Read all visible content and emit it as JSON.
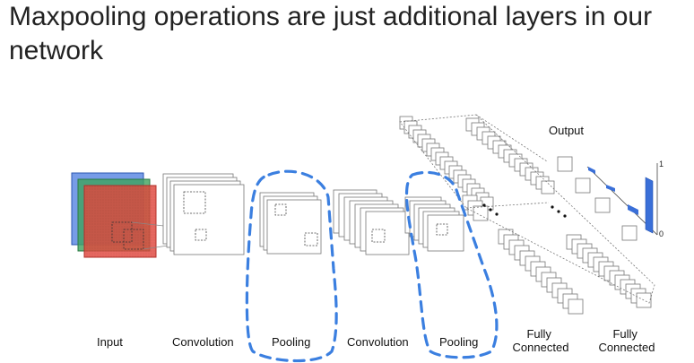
{
  "slide": {
    "title": "Maxpooling operations are just additional layers in our network"
  },
  "diagram": {
    "labels": {
      "input": "Input",
      "convolution_1": "Convolution",
      "pooling_1": "Pooling",
      "convolution_2": "Convolution",
      "pooling_2": "Pooling",
      "fc_1": "Fully Connected",
      "fc_2": "Fully Connected",
      "output": "Output",
      "scale_top": "1",
      "scale_bottom": "0"
    },
    "colors": {
      "input_blue": "#4a7be0",
      "input_green": "#3da35d",
      "input_red": "#e0473d",
      "highlight_dash": "#3b7fe0",
      "output_bar": "#3a6fd8"
    }
  }
}
